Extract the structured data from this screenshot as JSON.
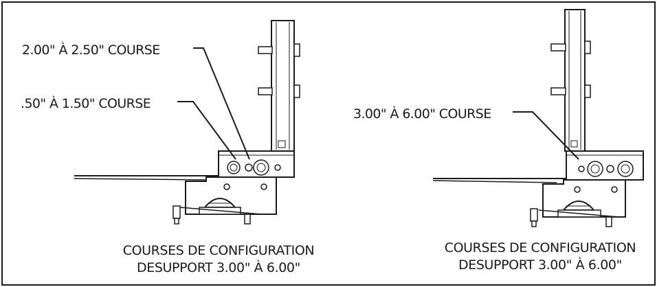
{
  "left_panel": {
    "callout_upper": "2.00\" À 2.50\" COURSE",
    "callout_lower": ".50\" À 1.50\" COURSE",
    "caption_line1": "COURSES DE CONFIGURATION",
    "caption_line2": "DESUPPORT 3.00\" À 6.00\""
  },
  "right_panel": {
    "callout": "3.00\" À 6.00\" COURSE",
    "caption_line1": "COURSES DE CONFIGURATION",
    "caption_line2": "DESUPPORT 3.00\" À 6.00\""
  }
}
